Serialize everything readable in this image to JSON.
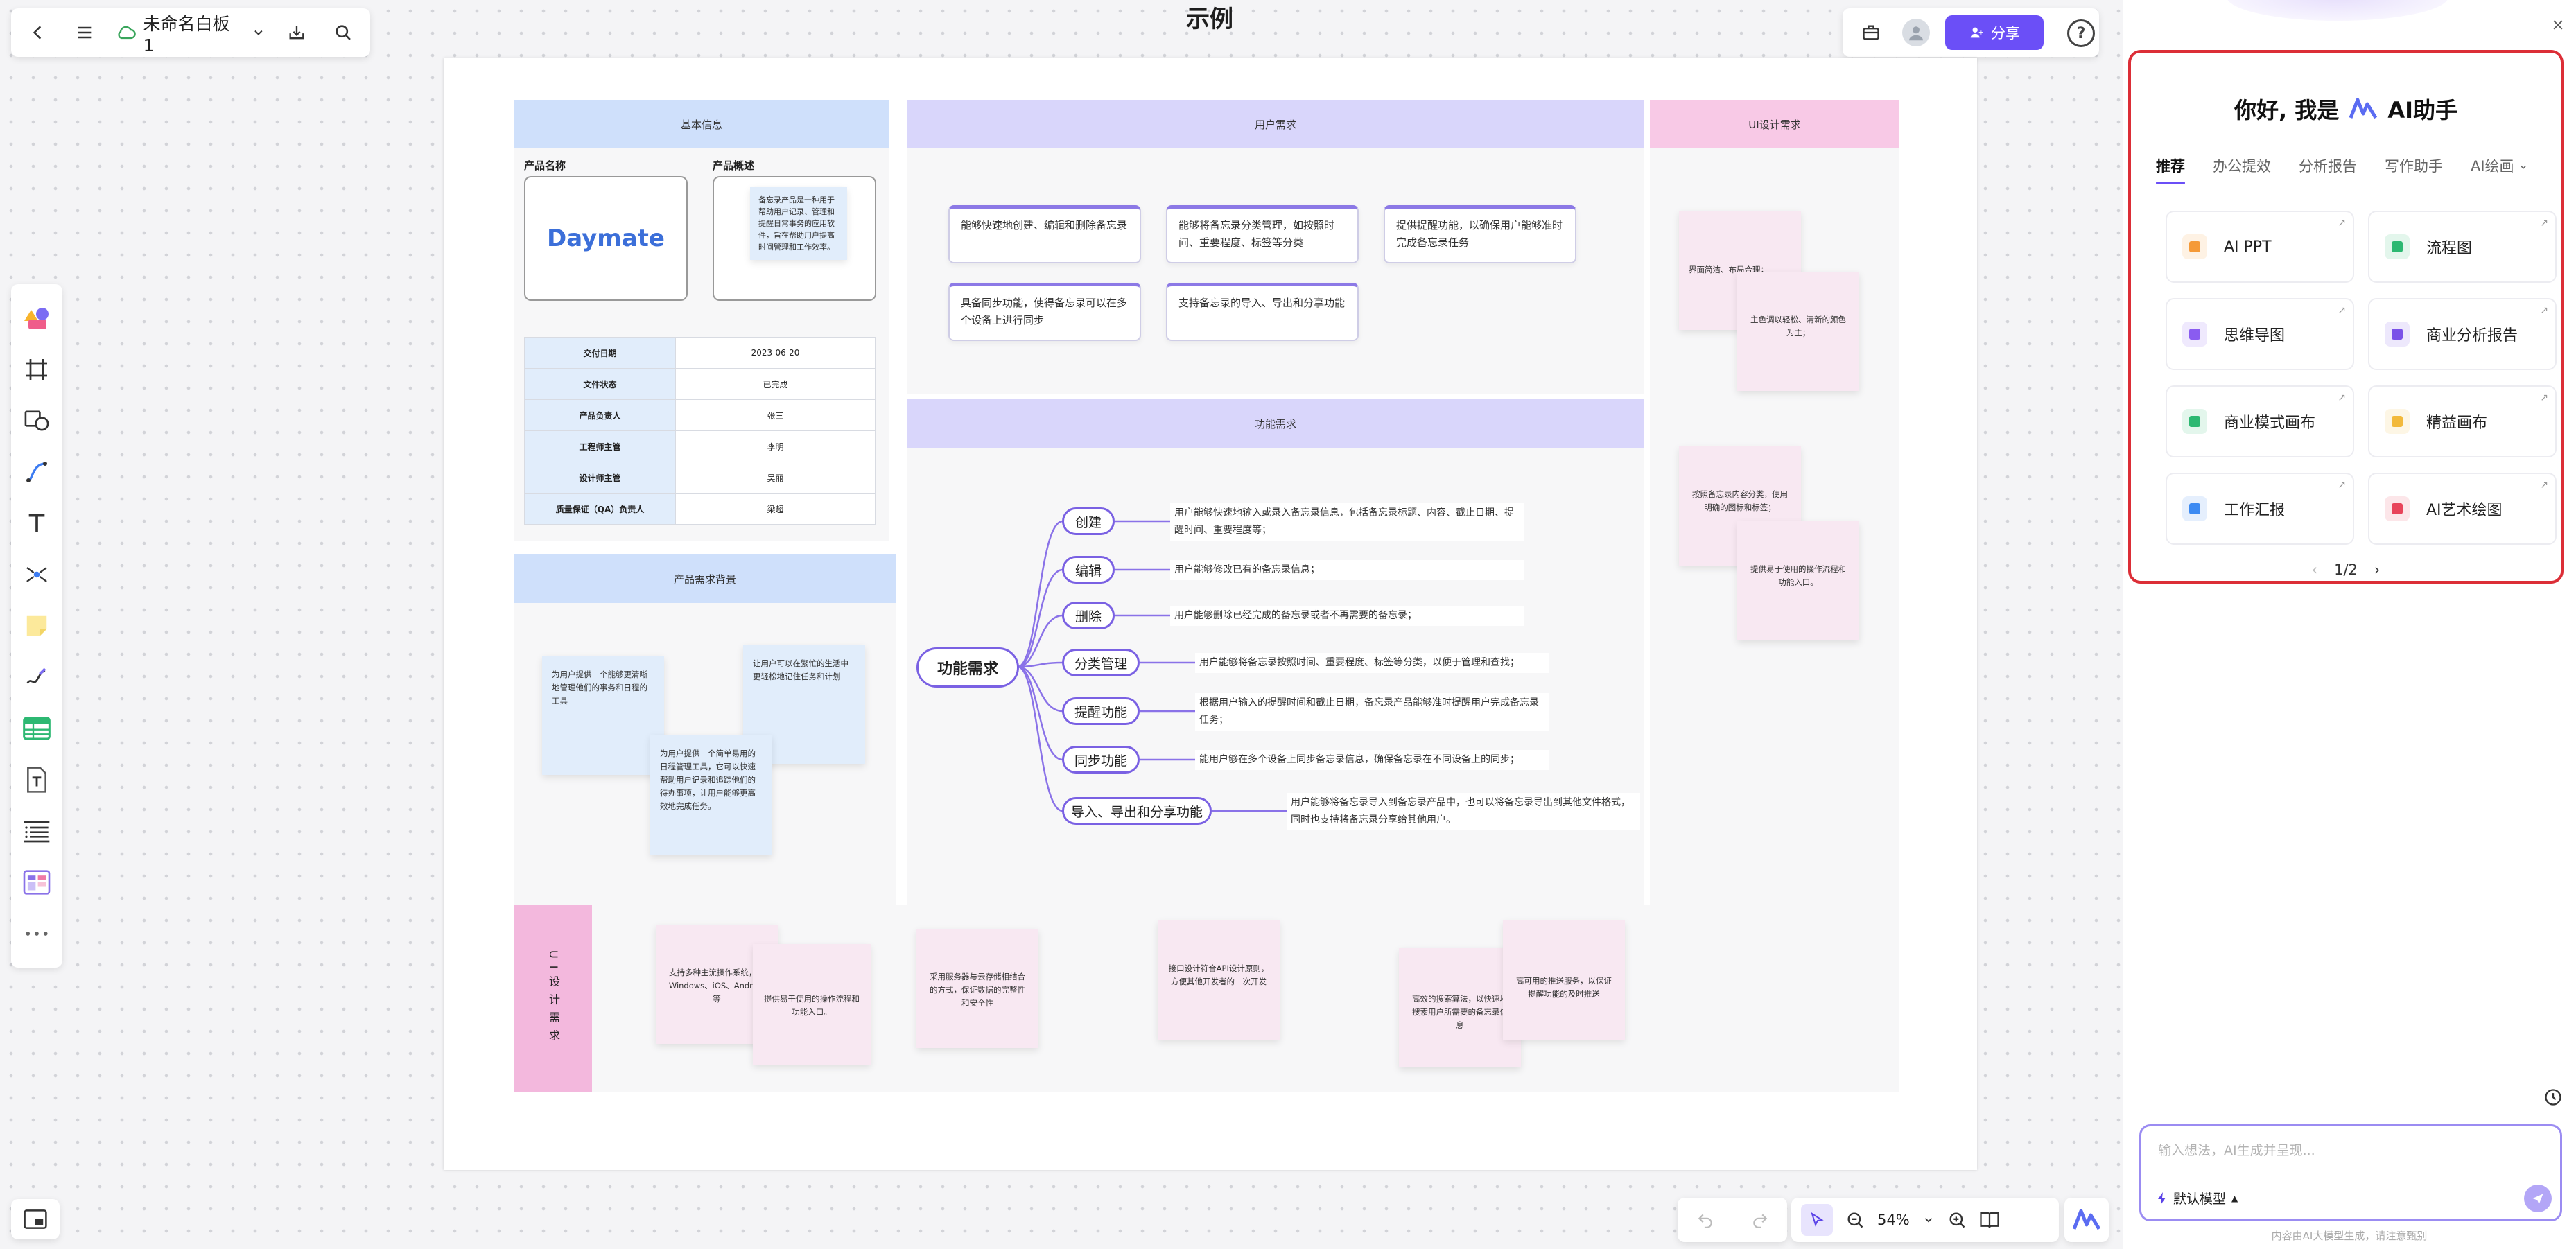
{
  "app": {
    "board_title": "未命名白板 1",
    "page_title": "示例",
    "share_label": "分享",
    "help_label": "?"
  },
  "canvas": {
    "basic_info": {
      "title": "基本信息",
      "product_name_label": "产品名称",
      "product_name": "Daymate",
      "product_desc_label": "产品概述",
      "product_desc": "备忘录产品是一种用于帮助用户记录、管理和提醒日常事务的应用软件，旨在帮助用户提高时间管理和工作效率。",
      "rows": [
        {
          "k": "交付日期",
          "v": "2023-06-20"
        },
        {
          "k": "文件状态",
          "v": "已完成"
        },
        {
          "k": "产品负责人",
          "v": "张三"
        },
        {
          "k": "工程师主管",
          "v": "李明"
        },
        {
          "k": "设计师主管",
          "v": "吴丽"
        },
        {
          "k": "质量保证（QA）负责人",
          "v": "梁超"
        }
      ]
    },
    "user_needs": {
      "title": "用户需求",
      "cards": [
        "能够快速地创建、编辑和删除备忘录",
        "能够将备忘录分类管理，如按照时间、重要程度、标签等分类",
        "提供提醒功能，以确保用户能够准时完成备忘录任务",
        "具备同步功能，使得备忘录可以在多个设备上进行同步",
        "支持备忘录的导入、导出和分享功能"
      ]
    },
    "ui_design_needs": {
      "title": "UI设计需求",
      "notes": [
        "界面简洁、布局合理；",
        "主色调以轻松、清新的颜色为主；",
        "按照备忘录内容分类，使用明确的图标和标签；",
        "提供易于使用的操作流程和功能入口。"
      ]
    },
    "product_background": {
      "title": "产品需求背景",
      "notes": [
        "为用户提供一个能够更清晰地管理他们的事务和日程的工具",
        "让用户可以在繁忙的生活中更轻松地记住任务和计划",
        "为用户提供一个简单易用的日程管理工具，它可以快速帮助用户记录和追踪他们的待办事项，让用户能够更高效地完成任务。"
      ]
    },
    "features": {
      "title": "功能需求",
      "center": "功能需求",
      "nodes": [
        {
          "label": "创建",
          "desc": "用户能够快速地输入或录入备忘录信息，包括备忘录标题、内容、截止日期、提醒时间、重要程度等；"
        },
        {
          "label": "编辑",
          "desc": "用户能够修改已有的备忘录信息；"
        },
        {
          "label": "删除",
          "desc": "用户能够删除已经完成的备忘录或者不再需要的备忘录；"
        },
        {
          "label": "分类管理",
          "desc": "用户能够将备忘录按照时间、重要程度、标签等分类，以便于管理和查找；"
        },
        {
          "label": "提醒功能",
          "desc": "根据用户输入的提醒时间和截止日期，备忘录产品能够准时提醒用户完成备忘录任务；"
        },
        {
          "label": "同步功能",
          "desc": "能用户够在多个设备上同步备忘录信息，确保备忘录在不同设备上的同步；"
        },
        {
          "label": "导入、导出和分享功能",
          "desc": "用户能够将备忘录导入到备忘录产品中，也可以将备忘录导出到其他文件格式，同时也支持将备忘录分享给其他用户。"
        }
      ]
    },
    "ui_bottom": {
      "label": "UI设计需求",
      "notes": [
        "支持多种主流操作系统，如Windows、iOS、Android等",
        "提供易于使用的操作流程和功能入口。",
        "采用服务器与云存储相结合的方式，保证数据的完整性和安全性",
        "接口设计符合API设计原则，方便其他开发者的二次开发",
        "高效的搜索算法，以快速地搜索用户所需要的备忘录信息",
        "高可用的推送服务，以保证提醒功能的及时推送"
      ]
    }
  },
  "ai": {
    "greeting": "你好, 我是",
    "name": "AI助手",
    "tabs": [
      "推荐",
      "办公提效",
      "分析报告",
      "写作助手",
      "AI绘画"
    ],
    "features": [
      {
        "label": "AI PPT",
        "color": "#f59a38"
      },
      {
        "label": "流程图",
        "color": "#2db872"
      },
      {
        "label": "思维导图",
        "color": "#8a5cf0"
      },
      {
        "label": "商业分析报告",
        "color": "#7a52e8"
      },
      {
        "label": "商业模式画布",
        "color": "#2db872"
      },
      {
        "label": "精益画布",
        "color": "#f2b93b"
      },
      {
        "label": "工作汇报",
        "color": "#3c8af2"
      },
      {
        "label": "AI艺术绘图",
        "color": "#e8445a"
      }
    ],
    "pager": "1/2",
    "input_placeholder": "输入想法，AI生成并呈现...",
    "model_label": "默认模型",
    "footer": "内容由AI大模型生成，请注意甄别"
  },
  "zoom": "54%"
}
